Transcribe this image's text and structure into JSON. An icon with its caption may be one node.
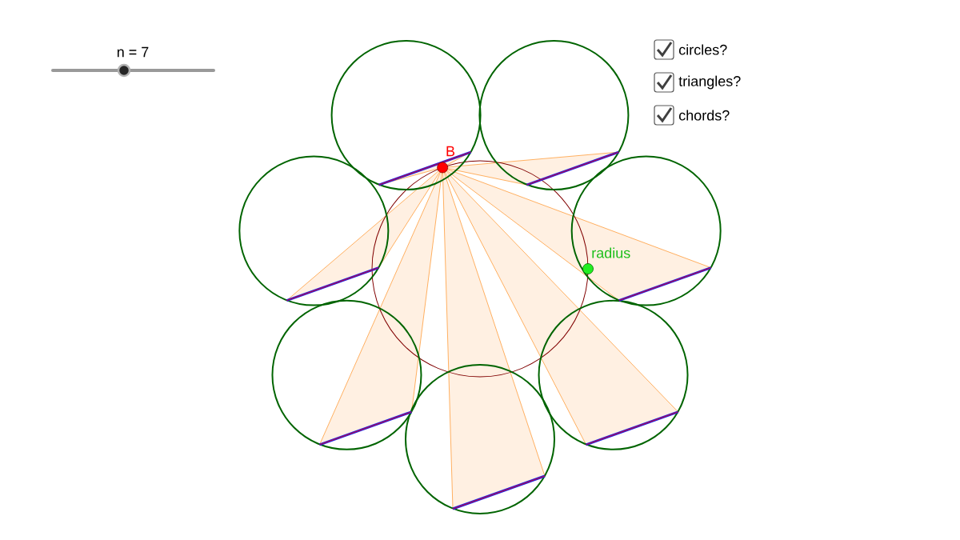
{
  "diagram": {
    "labels": [
      "n = 7",
      "circles?",
      "triangles?",
      "chords?",
      "B",
      "radius"
    ]
  }
}
